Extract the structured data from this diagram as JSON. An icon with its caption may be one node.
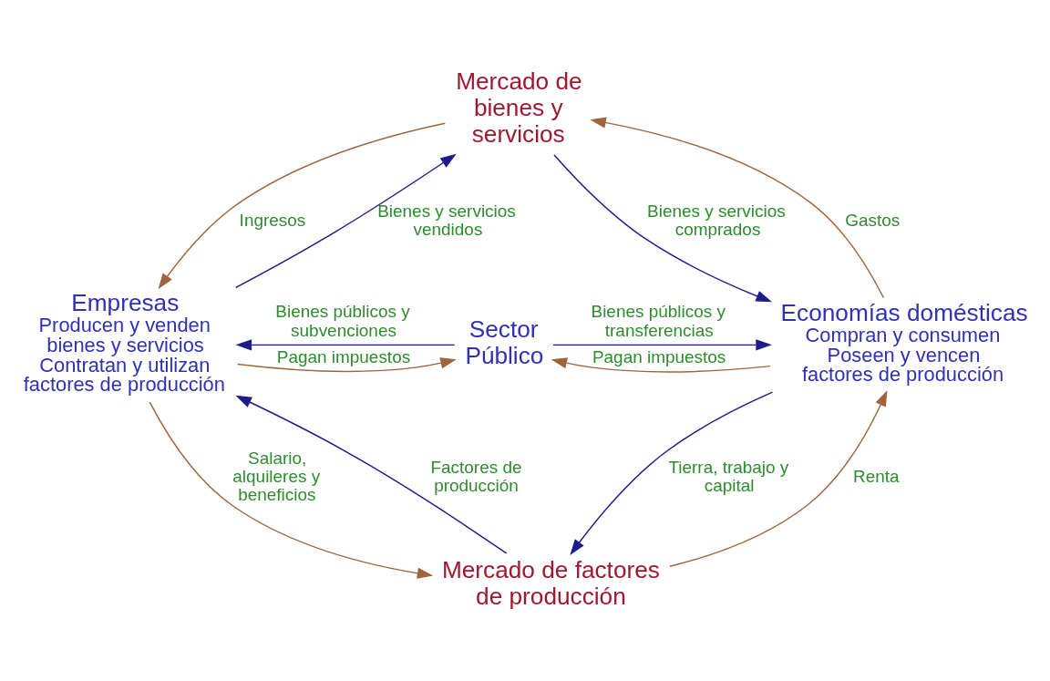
{
  "diagram": {
    "nodes": [
      {
        "text": [
          "Mercado de bienes y servicios"
        ]
      },
      {
        "text": [
          "Empresas",
          "Producen y venden bienes y servicios Contratan y utilizan factores de producción"
        ]
      },
      {
        "text": [
          "Sector Público"
        ]
      },
      {
        "text": [
          "Economías domésticas",
          "Compran y consumen Poseen y vencen factores de producción"
        ]
      },
      {
        "text": [
          "Mercado de factores de producción"
        ]
      }
    ],
    "edges": [
      {
        "from": 0,
        "to": 1,
        "arrow": "to",
        "label": "Ingresos",
        "color": "#a0643c"
      },
      {
        "from": 1,
        "to": 0,
        "arrow": "to",
        "label": "Bienes y servicios vendidos",
        "color": "#1c1c8c"
      },
      {
        "from": 3,
        "to": 0,
        "arrow": "to",
        "label": "Gastos",
        "color": "#a0643c"
      },
      {
        "from": 0,
        "to": 3,
        "arrow": "to",
        "label": "Bienes y servicios comprados",
        "color": "#1c1c8c"
      },
      {
        "from": 1,
        "to": 2,
        "arrow": "to",
        "label": "Pagan impuestos",
        "color": "#a0643c"
      },
      {
        "from": 2,
        "to": 1,
        "arrow": "to",
        "label": "Bienes públicos y subvenciones",
        "color": "#1c1c8c"
      },
      {
        "from": 3,
        "to": 2,
        "arrow": "to",
        "label": "Pagan impuestos",
        "color": "#a0643c"
      },
      {
        "from": 2,
        "to": 3,
        "arrow": "to",
        "label": "Bienes públicos y transferencias",
        "color": "#1c1c8c"
      },
      {
        "from": 4,
        "to": 1,
        "arrow": "to",
        "label": "Factores de producción",
        "color": "#1c1c8c"
      },
      {
        "from": 1,
        "to": 4,
        "arrow": "to",
        "label": "Salario, alquileres y beneficios",
        "color": "#a0643c"
      },
      {
        "from": 3,
        "to": 4,
        "arrow": "to",
        "label": "Tierra, trabajo y capital",
        "color": "#1c1c8c"
      },
      {
        "from": 4,
        "to": 3,
        "arrow": "to",
        "label": "Renta",
        "color": "#a0643c"
      }
    ]
  }
}
